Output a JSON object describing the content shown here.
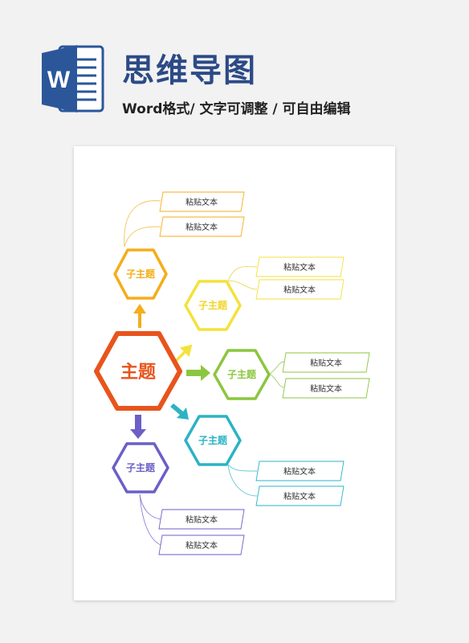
{
  "header": {
    "title": "思维导图",
    "subtitle": "Word格式/ 文字可调整 / 可自由编辑",
    "icon_letter": "W"
  },
  "colors": {
    "brand_blue": "#2b579a",
    "main": "#e8541c",
    "yellow_orange": "#f5ad1b",
    "yellow": "#f3e23c",
    "green": "#8cc63f",
    "cyan": "#2bb3c4",
    "purple": "#6b5fc7"
  },
  "mindmap": {
    "main_topic": "主题",
    "subtopics": [
      {
        "id": "top",
        "label": "子主题",
        "notes": [
          "粘贴文本",
          "粘贴文本"
        ]
      },
      {
        "id": "upper-right",
        "label": "子主题",
        "notes": [
          "粘贴文本",
          "粘贴文本"
        ]
      },
      {
        "id": "right",
        "label": "子主题",
        "notes": [
          "粘贴文本",
          "粘贴文本"
        ]
      },
      {
        "id": "lower-right",
        "label": "子主题",
        "notes": [
          "粘贴文本",
          "粘贴文本"
        ]
      },
      {
        "id": "bottom",
        "label": "子主题",
        "notes": [
          "粘贴文本",
          "粘贴文本"
        ]
      }
    ]
  }
}
